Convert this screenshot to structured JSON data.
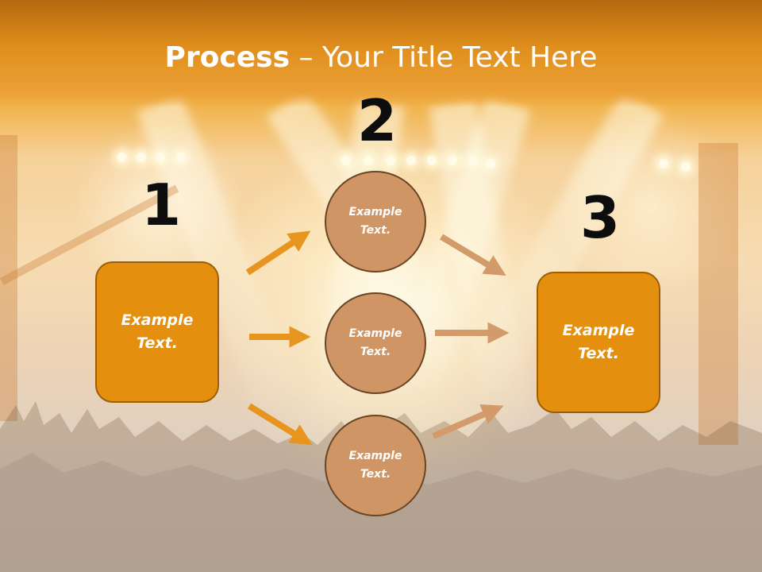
{
  "slide": {
    "title_bold": "Process",
    "title_rest": " – Your Title Text Here",
    "numbers": {
      "one": "1",
      "two": "2",
      "three": "3"
    },
    "left_box": {
      "text": "Example Text."
    },
    "right_box": {
      "text": "Example Text."
    },
    "circles": [
      {
        "text": "Example Text."
      },
      {
        "text": "Example Text."
      },
      {
        "text": "Example Text."
      }
    ]
  },
  "colors": {
    "header": "#e8951f",
    "box_fill": "#e4900e",
    "circle_fill": "#cf9564",
    "arrow_left": "#e8951f",
    "arrow_right": "#d39a6a",
    "number": "#0d0d0d"
  }
}
